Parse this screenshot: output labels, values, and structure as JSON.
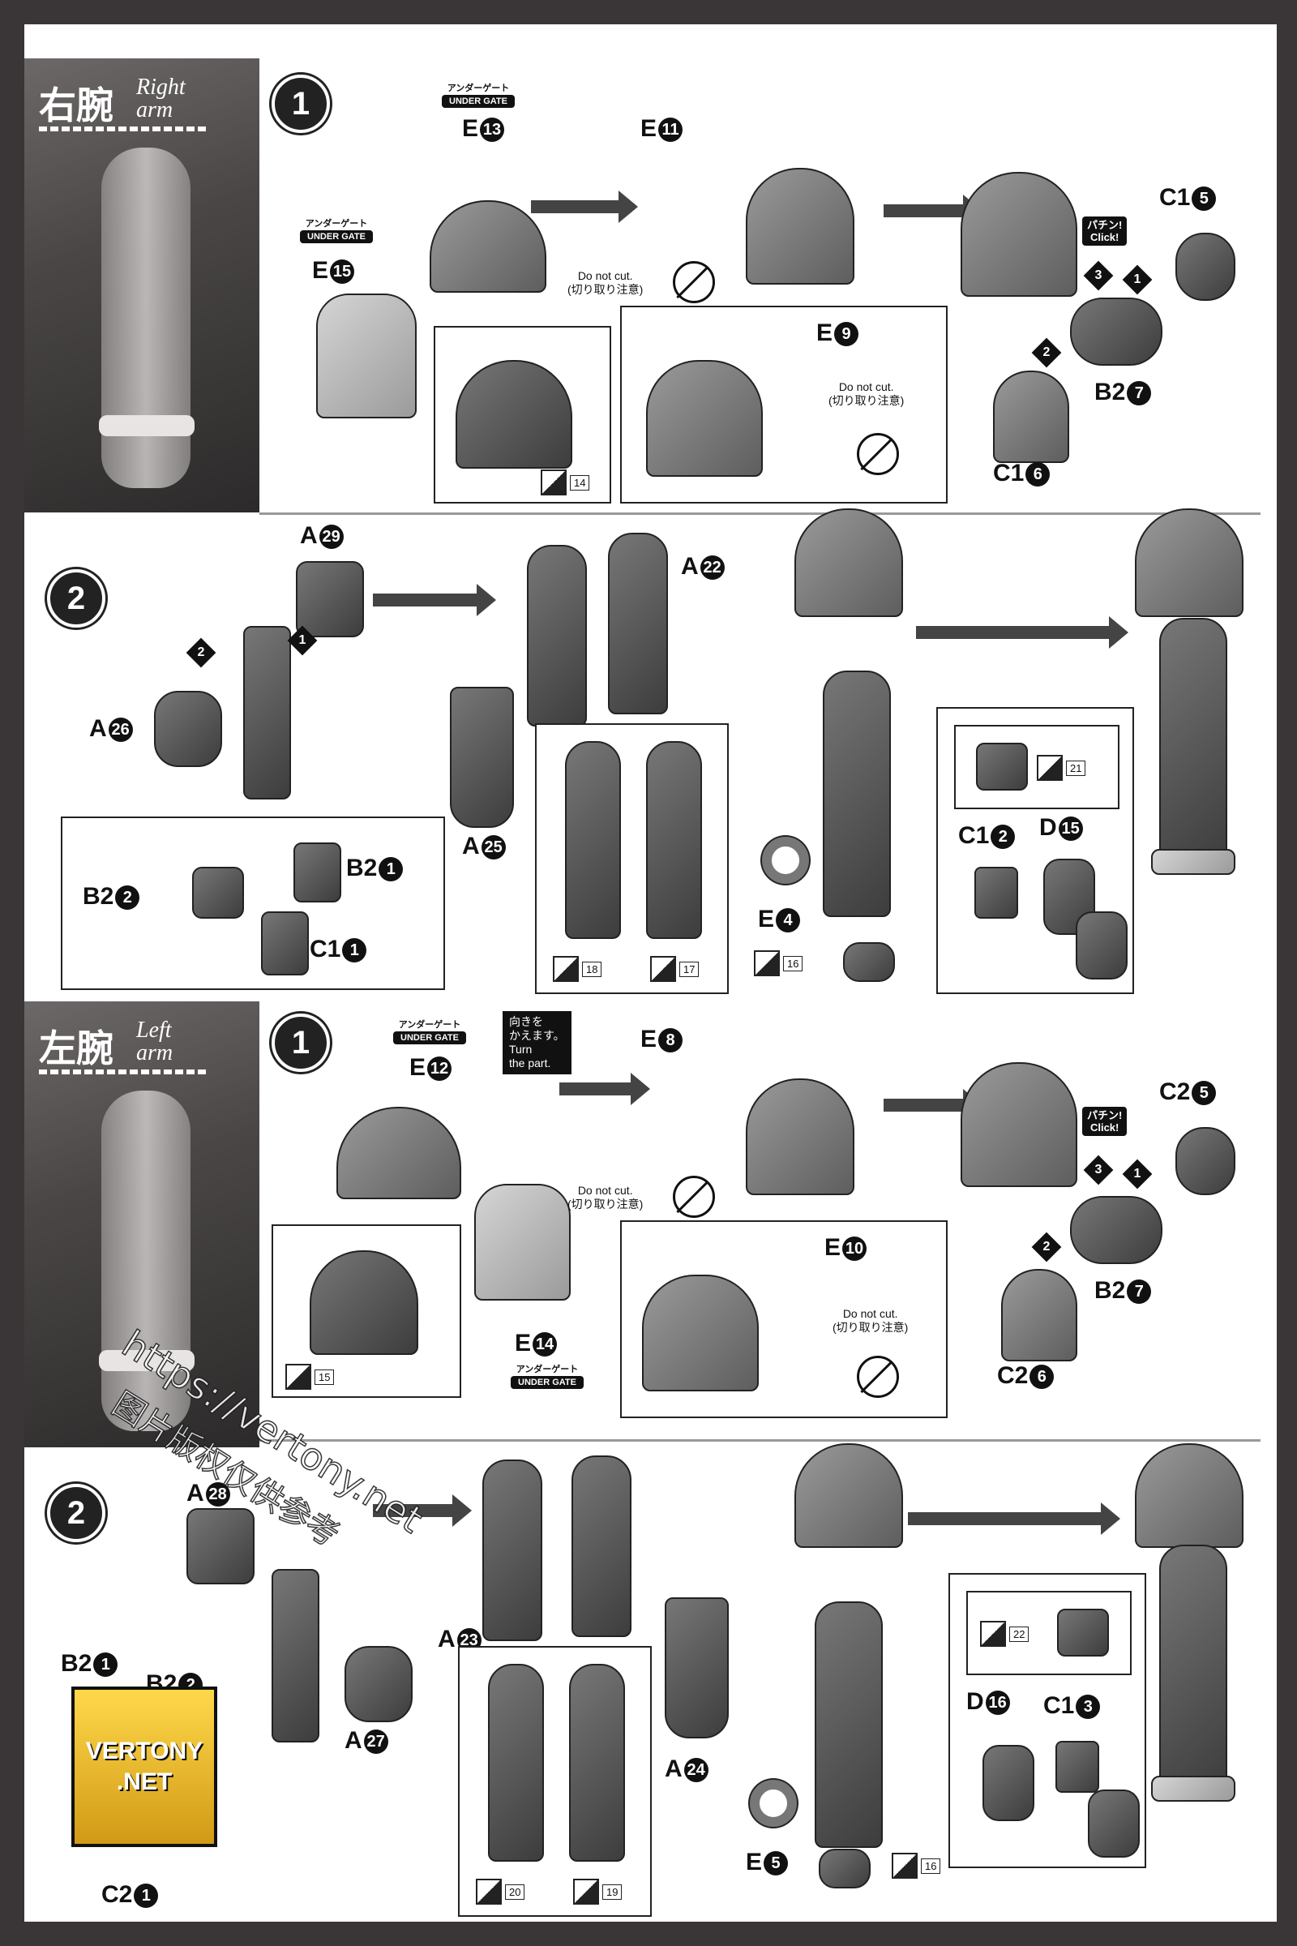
{
  "right_arm": {
    "title_jp": "右腕",
    "title_en_1": "Right",
    "title_en_2": "arm",
    "step1": {
      "num": "1",
      "under_gate_jp": "アンダーゲート",
      "under_gate_en": "UNDER GATE",
      "e13": "E",
      "e13_n": "13",
      "e15": "E",
      "e15_n": "15",
      "e11": "E",
      "e11_n": "11",
      "e9": "E",
      "e9_n": "9",
      "no_cut_en": "Do not cut.",
      "no_cut_jp": "(切り取り注意)",
      "click_jp": "パチン!",
      "click_en": "Click!",
      "c15": "C1",
      "c15_n": "5",
      "b27": "B2",
      "b27_n": "7",
      "c16": "C1",
      "c16_n": "6",
      "paint": "14",
      "steps": [
        "1",
        "2",
        "3"
      ]
    },
    "step2": {
      "num": "2",
      "a29": "A",
      "a29_n": "29",
      "a26": "A",
      "a26_n": "26",
      "a22": "A",
      "a22_n": "22",
      "a25": "A",
      "a25_n": "25",
      "b22": "B2",
      "b22_n": "2",
      "b21": "B2",
      "b21_n": "1",
      "c11": "C1",
      "c11_n": "1",
      "e4": "E",
      "e4_n": "4",
      "c12": "C1",
      "c12_n": "2",
      "d15": "D",
      "d15_n": "15",
      "paint_a": "18",
      "paint_b": "17",
      "paint_c": "16",
      "paint_d": "21",
      "steps": [
        "1",
        "2"
      ]
    }
  },
  "left_arm": {
    "title_jp": "左腕",
    "title_en_1": "Left",
    "title_en_2": "arm",
    "step1": {
      "num": "1",
      "under_gate_jp": "アンダーゲート",
      "under_gate_en": "UNDER GATE",
      "turn_jp_1": "向きを",
      "turn_jp_2": "かえます。",
      "turn_en_1": "Turn",
      "turn_en_2": "the part.",
      "e12": "E",
      "e12_n": "12",
      "e8": "E",
      "e8_n": "8",
      "e10": "E",
      "e10_n": "10",
      "e14": "E",
      "e14_n": "14",
      "no_cut_en": "Do not cut.",
      "no_cut_jp": "(切り取り注意)",
      "click_jp": "パチン!",
      "click_en": "Click!",
      "c25": "C2",
      "c25_n": "5",
      "b27": "B2",
      "b27_n": "7",
      "c26": "C2",
      "c26_n": "6",
      "paint": "15"
    },
    "step2": {
      "num": "2",
      "a28": "A",
      "a28_n": "28",
      "a23": "A",
      "a23_n": "23",
      "a27": "A",
      "a27_n": "27",
      "a24": "A",
      "a24_n": "24",
      "b21": "B2",
      "b21_n": "1",
      "b22": "B2",
      "b22_n": "2",
      "c21": "C2",
      "c21_n": "1",
      "e5": "E",
      "e5_n": "5",
      "d16": "D",
      "d16_n": "16",
      "c13": "C1",
      "c13_n": "3",
      "paint_a": "20",
      "paint_b": "19",
      "paint_c": "16",
      "paint_d": "22"
    }
  },
  "watermark": {
    "url": "https://vertony.net",
    "zh": "图片版权仅供参考",
    "logo_1": "VERTONY",
    "logo_2": ".NET"
  }
}
